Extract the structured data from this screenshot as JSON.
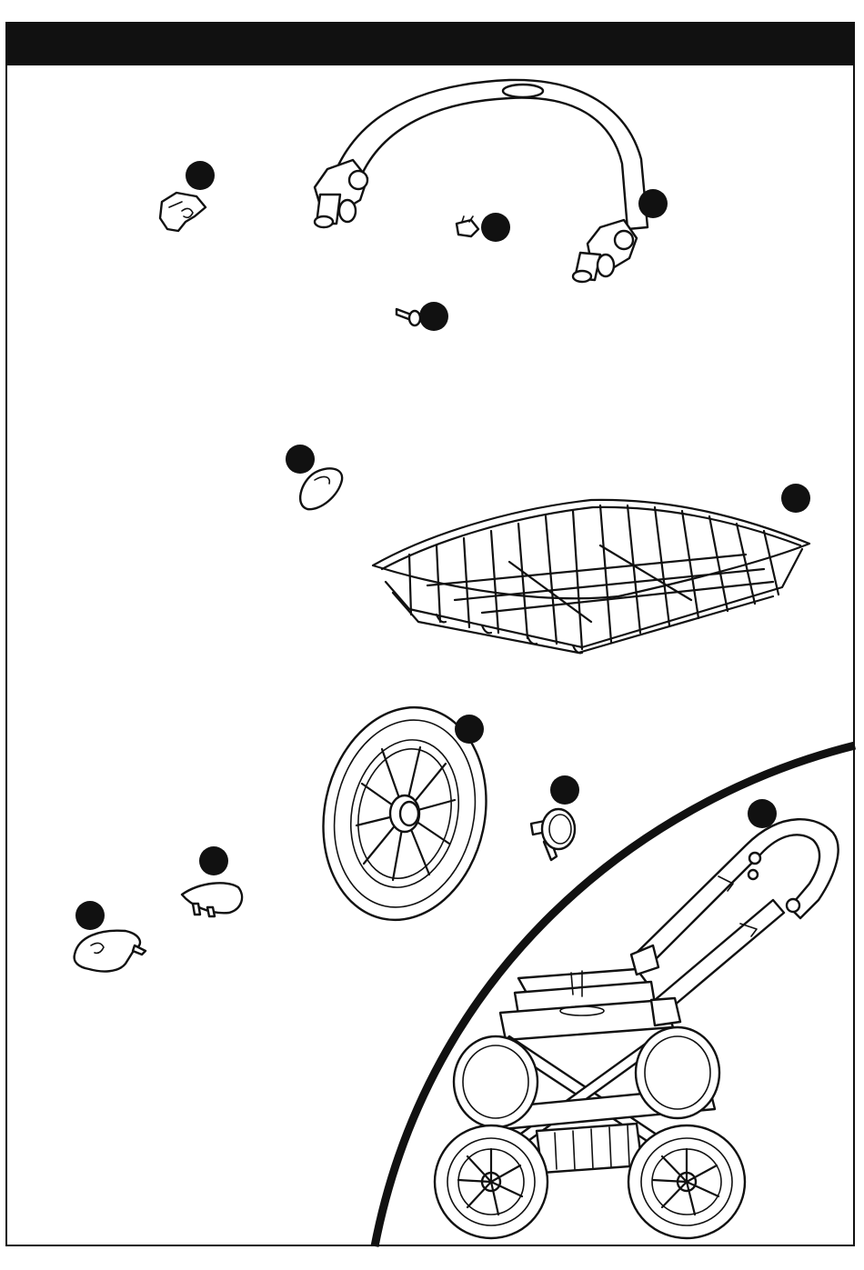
{
  "page": {
    "header_text": "",
    "colors": {
      "ink": "#111111",
      "paper": "#ffffff"
    }
  },
  "parts": [
    {
      "id": "hook-clip",
      "icon": "clip-icon",
      "label": ""
    },
    {
      "id": "bumper-bar",
      "icon": "bumper-bar-icon",
      "label": ""
    },
    {
      "id": "small-connector",
      "icon": "connector-icon",
      "label": ""
    },
    {
      "id": "screw-pin",
      "icon": "pin-icon",
      "label": ""
    },
    {
      "id": "ring-clip",
      "icon": "ring-clip-icon",
      "label": ""
    },
    {
      "id": "wire-basket",
      "icon": "basket-icon",
      "label": ""
    },
    {
      "id": "wheel",
      "icon": "wheel-icon",
      "label": ""
    },
    {
      "id": "hub-cap",
      "icon": "hub-cap-icon",
      "label": ""
    },
    {
      "id": "foot-rest-small",
      "icon": "foot-rest-icon",
      "label": ""
    },
    {
      "id": "foot-rest-large",
      "icon": "foot-rest-icon",
      "label": ""
    },
    {
      "id": "stroller-chassis",
      "icon": "stroller-icon",
      "label": ""
    }
  ]
}
